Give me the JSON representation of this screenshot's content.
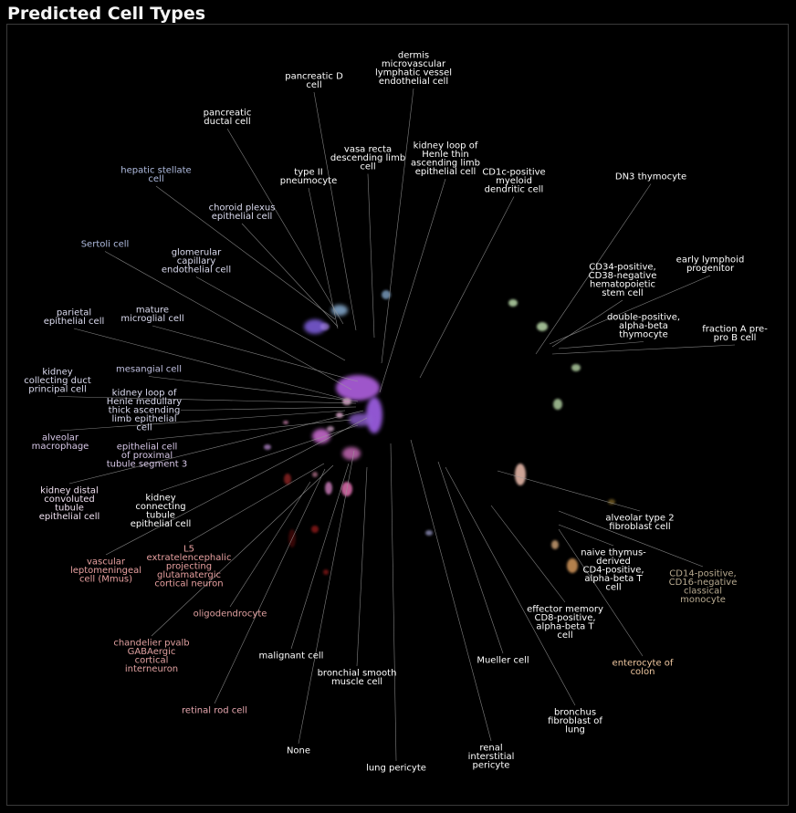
{
  "chart_data": {
    "type": "scatter",
    "title": "Predicted Cell Types",
    "grid": false,
    "legend": "none",
    "labels": [
      {
        "text": "dermis\nmicrovascular\nlymphatic vessel\nendothelial cell",
        "color": "#ffffff"
      },
      {
        "text": "pancreatic D\ncell",
        "color": "#ffffff"
      },
      {
        "text": "pancreatic\nductal cell",
        "color": "#ffffff"
      },
      {
        "text": "vasa recta\ndescending limb\ncell",
        "color": "#ffffff"
      },
      {
        "text": "kidney loop of\nHenle thin\nascending limb\nepithelial cell",
        "color": "#ffffff"
      },
      {
        "text": "hepatic stellate\ncell",
        "color": "#b0bce0"
      },
      {
        "text": "type II\npneumocyte",
        "color": "#ffffff"
      },
      {
        "text": "CD1c-positive\nmyeloid\ndendritic cell",
        "color": "#ffffff"
      },
      {
        "text": "DN3 thymocyte",
        "color": "#ffffff"
      },
      {
        "text": "choroid plexus\nepithelial cell",
        "color": "#dcdcf0"
      },
      {
        "text": "Sertoli cell",
        "color": "#b0bce0"
      },
      {
        "text": "glomerular\ncapillary\nendothelial cell",
        "color": "#dcdcf0"
      },
      {
        "text": "early lymphoid\nprogenitor",
        "color": "#ffffff"
      },
      {
        "text": "CD34-positive,\nCD38-negative\nhematopoietic\nstem cell",
        "color": "#ffffff"
      },
      {
        "text": "parietal\nepithelial cell",
        "color": "#dcdcf0"
      },
      {
        "text": "mature\nmicroglial cell",
        "color": "#dcdcf0"
      },
      {
        "text": "double-positive,\nalpha-beta\nthymocyte",
        "color": "#ffffff"
      },
      {
        "text": "fraction A pre-\npro B cell",
        "color": "#ffffff"
      },
      {
        "text": "mesangial cell",
        "color": "#c0c0e0"
      },
      {
        "text": "kidney\ncollecting duct\nprincipal cell",
        "color": "#dcdcf0"
      },
      {
        "text": "kidney loop of\nHenle medullary\nthick ascending\nlimb epithelial\ncell",
        "color": "#dcdcf0"
      },
      {
        "text": "alveolar\nmacrophage",
        "color": "#d8c8e8"
      },
      {
        "text": "epithelial cell\nof proximal\ntubule segment 3",
        "color": "#d8c8e8"
      },
      {
        "text": "kidney distal\nconvoluted\ntubule\nepithelial cell",
        "color": "#f0e0f0"
      },
      {
        "text": "kidney\nconnecting\ntubule\nepithelial cell",
        "color": "#ffffff"
      },
      {
        "text": "vascular\nleptomeningeal\ncell (Mmus)",
        "color": "#e8a0a0"
      },
      {
        "text": "L5\nextratelencephalic\nprojecting\nglutamatergic\ncortical neuron",
        "color": "#e8a0a0"
      },
      {
        "text": "oligodendrocyte",
        "color": "#e0a0a0"
      },
      {
        "text": "chandelier pvalb\nGABAergic\ncortical\ninterneuron",
        "color": "#e0a0a0"
      },
      {
        "text": "retinal rod cell",
        "color": "#e8a8b0"
      },
      {
        "text": "malignant cell",
        "color": "#ffffff"
      },
      {
        "text": "bronchial smooth\nmuscle cell",
        "color": "#ffffff"
      },
      {
        "text": "None",
        "color": "#ffffff"
      },
      {
        "text": "lung pericyte",
        "color": "#ffffff"
      },
      {
        "text": "renal\ninterstitial\npericyte",
        "color": "#ffffff"
      },
      {
        "text": "Mueller cell",
        "color": "#ffffff"
      },
      {
        "text": "bronchus\nfibroblast of\nlung",
        "color": "#ffffff"
      },
      {
        "text": "effector memory\nCD8-positive,\nalpha-beta T\ncell",
        "color": "#ffffff"
      },
      {
        "text": "enterocyte of\ncolon",
        "color": "#f0c8a0"
      },
      {
        "text": "naive thymus-\nderived\nCD4-positive,\nalpha-beta T\ncell",
        "color": "#ffffff"
      },
      {
        "text": "CD14-positive,\nCD16-negative\nclassical\nmonocyte",
        "color": "#b8aa90"
      },
      {
        "text": "alveolar type 2\nfibroblast cell",
        "color": "#ffffff"
      }
    ]
  }
}
